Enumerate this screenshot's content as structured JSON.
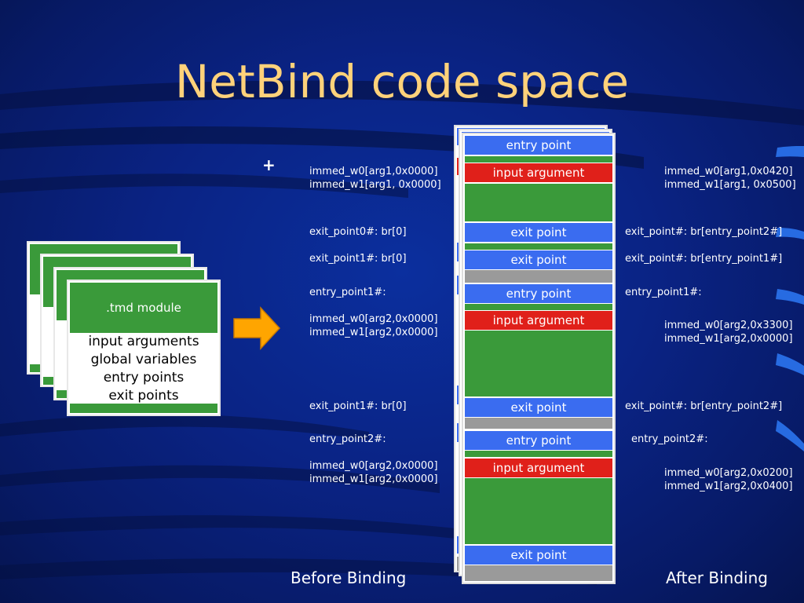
{
  "title": "NetBind code space",
  "plus": "+",
  "module": {
    "header": ".tmd module",
    "items": [
      "input arguments",
      "global variables",
      "entry points",
      "exit points"
    ]
  },
  "before": {
    "label": "Before Binding",
    "lines": [
      [
        "immed_w0[arg1,0x0000]",
        "immed_w1[arg1, 0x0000]"
      ],
      [
        "exit_point0#: br[0]"
      ],
      [
        "exit_point1#: br[0]"
      ],
      [
        "entry_point1#:"
      ],
      [
        "immed_w0[arg2,0x0000]",
        "immed_w1[arg2,0x0000]"
      ],
      [
        "exit_point1#: br[0]"
      ],
      [
        "entry_point2#:"
      ],
      [
        "immed_w0[arg2,0x0000]",
        "immed_w1[arg2,0x0000]"
      ]
    ]
  },
  "after": {
    "label": "After Binding",
    "lines": [
      [
        "immed_w0[arg1,0x0420]",
        "immed_w1[arg1, 0x0500]"
      ],
      [
        "exit_point#: br[entry_point2#]"
      ],
      [
        "exit_point#: br[entry_point1#]"
      ],
      [
        "entry_point1#:"
      ],
      [
        "immed_w0[arg2,0x3300]",
        "immed_w1[arg2,0x0000]"
      ],
      [
        "exit_point#: br[entry_point2#]"
      ],
      [
        "entry_point2#:"
      ],
      [
        "immed_w0[arg2,0x0200]",
        "immed_w1[arg2,0x0400]"
      ]
    ]
  },
  "memory": {
    "entry_label": "entry point",
    "input_label": "input argument",
    "exit_label": "exit point"
  },
  "colors": {
    "title": "#ffd27a",
    "green": "#3a9a3a",
    "blue": "#3a6cf0",
    "red": "#e0201a",
    "gray": "#9a9a9a",
    "arrow": "#ffa500"
  }
}
